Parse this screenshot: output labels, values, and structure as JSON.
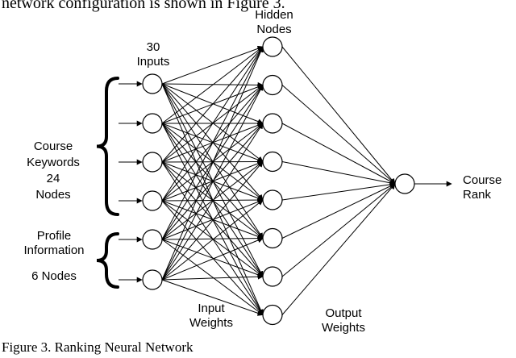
{
  "header_text": "network configuration is shown in Figure 3.",
  "caption": "Figure 3. Ranking Neural Network",
  "labels": {
    "hidden_nodes_line1": "Hidden",
    "hidden_nodes_line2": "Nodes",
    "inputs_count": "30",
    "inputs_label": "Inputs",
    "course_keywords_line1": "Course",
    "course_keywords_line2": "Keywords",
    "course_keywords_line3": "24",
    "course_keywords_line4": "Nodes",
    "profile_information_line1": "Profile",
    "profile_information_line2": "Information",
    "profile_information_line3": "6 Nodes",
    "input_weights_line1": "Input",
    "input_weights_line2": "Weights",
    "output_weights_line1": "Output",
    "output_weights_line2": "Weights",
    "output_line1": "Course",
    "output_line2": "Rank"
  },
  "network": {
    "input_node_count": 6,
    "hidden_node_count": 8,
    "output_node_count": 1,
    "keyword_group_nodes": 4,
    "profile_group_nodes": 2,
    "stroke_color": "#000000",
    "node_fill": "#ffffff"
  }
}
